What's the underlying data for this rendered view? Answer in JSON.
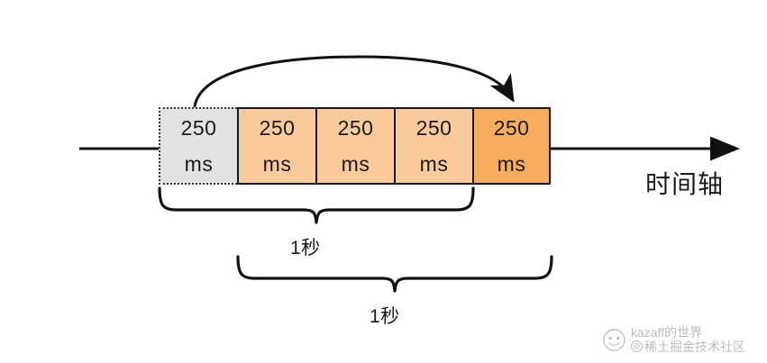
{
  "diagram": {
    "title": "token-bucket-sliding-window-timeline",
    "axis": {
      "label": "时间轴",
      "arrow_icon": "arrow-right-icon"
    },
    "slots": [
      {
        "value": "250",
        "unit": "ms",
        "state": "pending",
        "fill": "#e2e2e2"
      },
      {
        "value": "250",
        "unit": "ms",
        "state": "filled",
        "fill": "#f9cb9c"
      },
      {
        "value": "250",
        "unit": "ms",
        "state": "filled",
        "fill": "#f9cb9c"
      },
      {
        "value": "250",
        "unit": "ms",
        "state": "filled",
        "fill": "#f9cb9c"
      },
      {
        "value": "250",
        "unit": "ms",
        "state": "active",
        "fill": "#f6ae5e"
      }
    ],
    "braces": [
      {
        "label": "1秒",
        "spans_slots": "1-4"
      },
      {
        "label": "1秒",
        "spans_slots": "2-5"
      }
    ],
    "slide_arrow": {
      "icon": "curved-arrow-right-icon",
      "from_slot": 1,
      "to_slot": 5
    },
    "colors": {
      "stroke": "#1a1a1a",
      "pending_fill": "#e2e2e2",
      "window_fill": "#f9cb9c",
      "current_fill": "#f6ae5e",
      "background": "#ffffff"
    }
  },
  "watermark": {
    "line1": "kazaff的世界",
    "badge": "@",
    "line2": "稀土掘金技术社区"
  }
}
